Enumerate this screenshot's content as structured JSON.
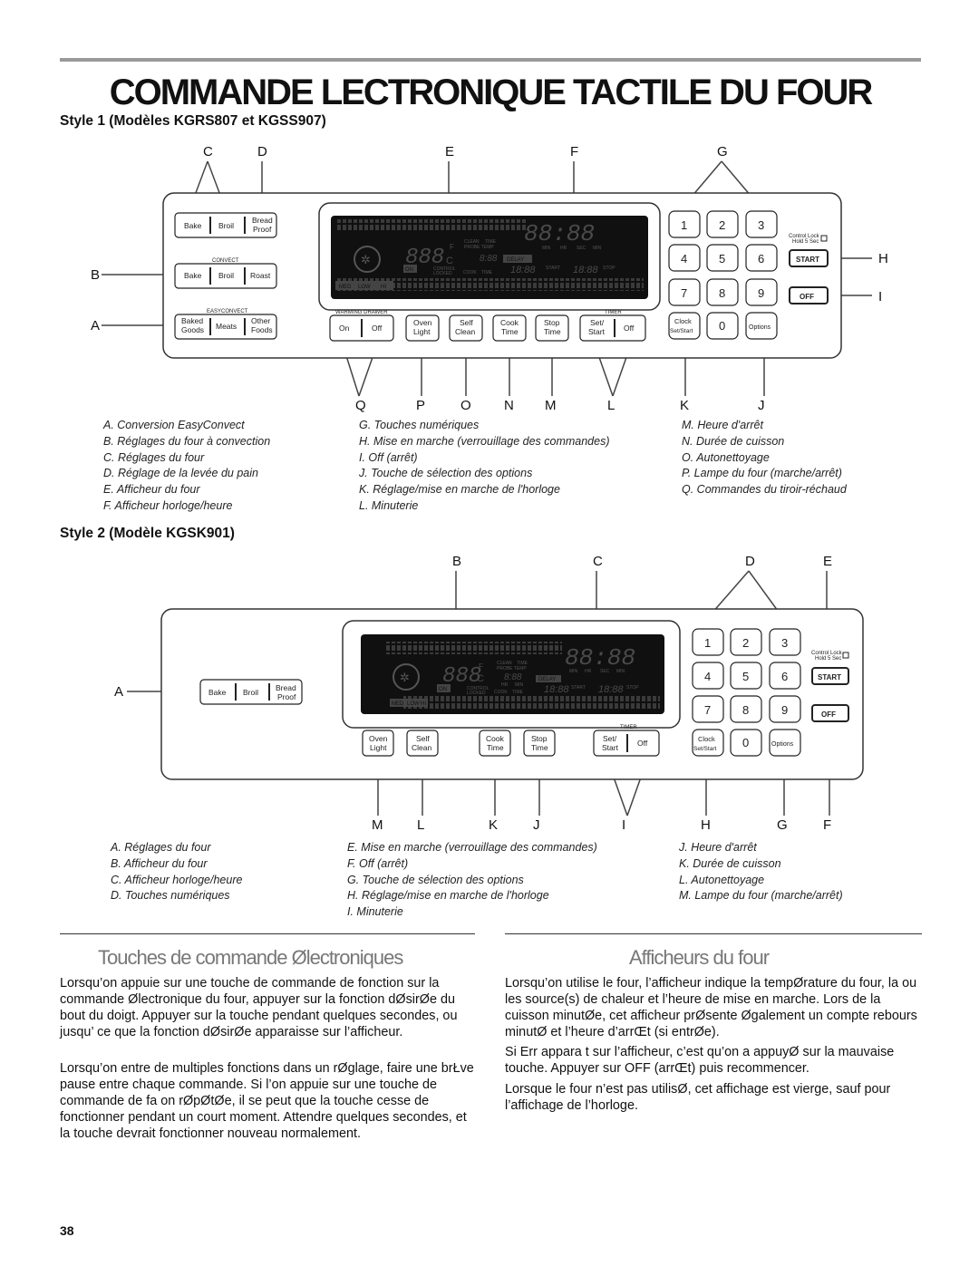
{
  "page": {
    "title": "COMMANDE  LECTRONIQUE TACTILE DU FOUR",
    "page_number": "38"
  },
  "style1": {
    "heading": "Style 1 (Modèles KGRS807 et KGSS907)",
    "callouts": {
      "A": "A",
      "B": "B",
      "C": "C",
      "D": "D",
      "E": "E",
      "F": "F",
      "G": "G",
      "H": "H",
      "I": "I",
      "J": "J",
      "K": "K",
      "L": "L",
      "M": "M",
      "N": "N",
      "O": "O",
      "P": "P",
      "Q": "Q"
    },
    "buttons": {
      "bake": "Bake",
      "broil": "Broil",
      "bread_1": "Bread",
      "bread_2": "Proof",
      "convect_label": "CONVECT",
      "cbake": "Bake",
      "cbroil": "Broil",
      "roast": "Roast",
      "easyconvect_label": "EASYCONVECT",
      "baked_1": "Baked",
      "baked_2": "Goods",
      "meats": "Meats",
      "other_1": "Other",
      "other_2": "Foods",
      "warming_label": "WARMING DRAWER",
      "on": "On",
      "off": "Off",
      "oven_1": "Oven",
      "oven_2": "Light",
      "self_1": "Self",
      "self_2": "Clean",
      "cook_1": "Cook",
      "cook_2": "Time",
      "stop_1": "Stop",
      "stop_2": "Time",
      "timer_label": "TIMER",
      "set_1": "Set/",
      "set_2": "Start",
      "timer_off": "Off",
      "k1": "1",
      "k2": "2",
      "k3": "3",
      "k4": "4",
      "k5": "5",
      "k6": "6",
      "k7": "7",
      "k8": "8",
      "k9": "9",
      "k0": "0",
      "clock_1": "Clock",
      "clock_2": "Set/Start",
      "options": "Options",
      "control_lock_1": "Control Lock",
      "control_lock_2": "Hold 5 Sec",
      "start": "START",
      "off_key": "OFF"
    },
    "display": {
      "temp": "888",
      "clock": "88:88",
      "small_time": "8:88",
      "start_time": "18:88",
      "stop_time": "18:88",
      "clean": "CLEAN",
      "time": "TIME",
      "probe_temp": "PROBE TEMP",
      "delay": "DELAY",
      "min": "MIN",
      "hr": "HR",
      "sec": "SEC",
      "on": "ON",
      "control": "CONTROL",
      "locked": "LOCKED",
      "cook": "COOK",
      "start": "START",
      "stop": "STOP",
      "deg_f": "F",
      "deg_c": "C",
      "med": "MED",
      "low": "LOW",
      "hi": "HI"
    },
    "legend": [
      [
        "A. Conversion EasyConvect",
        "G. Touches numériques",
        "M. Heure d'arrêt"
      ],
      [
        "B. Réglages du four à convection",
        "H. Mise en marche (verrouillage des commandes)",
        "N. Durée de cuisson"
      ],
      [
        "C. Réglages du four",
        "I. Off (arrêt)",
        "O. Autonettoyage"
      ],
      [
        "D. Réglage de la levée du pain",
        "J. Touche de sélection des options",
        "P. Lampe du four (marche/arrêt)"
      ],
      [
        "E. Afficheur du four",
        "K. Réglage/mise en marche de l'horloge",
        "Q. Commandes du tiroir-réchaud"
      ],
      [
        "F. Afficheur horloge/heure",
        "L. Minuterie",
        ""
      ]
    ]
  },
  "style2": {
    "heading": "Style 2  (Modèle KGSK901)",
    "callouts": {
      "A": "A",
      "B": "B",
      "C": "C",
      "D": "D",
      "E": "E",
      "F": "F",
      "G": "G",
      "H": "H",
      "I": "I",
      "J": "J",
      "K": "K",
      "L": "L",
      "M": "M"
    },
    "legend": [
      [
        "A. Réglages du four",
        "E. Mise en marche (verrouillage des commandes)",
        "J. Heure d'arrêt"
      ],
      [
        "B. Afficheur du four",
        "F. Off (arrêt)",
        "K. Durée de cuisson"
      ],
      [
        "C. Afficheur horloge/heure",
        "G. Touche de sélection des options",
        "L. Autonettoyage"
      ],
      [
        "D. Touches numériques",
        "H. Réglage/mise en marche de l'horloge",
        "M. Lampe du four (marche/arrêt)"
      ],
      [
        "",
        "I. Minuterie",
        ""
      ]
    ]
  },
  "sections": {
    "left_title": "Touches de commande Ølectroniques",
    "left_p1": "Lorsqu’on appuie sur une touche de commande de fonction sur la commande Ølectronique du four, appuyer sur la fonction dØsirØe du bout du doigt. Appuyer sur la touche pendant quelques secondes, ou jusqu’  ce que la fonction dØsirØe apparaisse sur l’afficheur.",
    "left_p2": "Lorsqu’on entre de multiples fonctions dans un rØglage, faire une brŁve pause entre chaque commande. Si l’on appuie sur une touche de commande de fa on rØpØtØe, il se peut que la touche cesse de fonctionner pendant un court moment. Attendre quelques secondes, et la touche devrait fonctionner   nouveau normalement.",
    "right_title": "Afficheurs du four",
    "right_p1": "Lorsqu’on utilise le four, l’afficheur indique la tempØrature du four, la ou les source(s) de chaleur et l’heure de mise en marche. Lors de la cuisson minutØe, cet afficheur prØsente Øgalement un compte   rebours minutØ et l’heure d’arrŒt (si entrØe).",
    "right_p2": "Si  Err  appara t sur l’afficheur, c’est qu’on a appuyØ sur la mauvaise touche. Appuyer sur OFF (arrŒt) puis recommencer.",
    "right_p3": "Lorsque le four n’est pas utilisØ, cet affichage est vierge, sauf pour l’affichage de l’horloge."
  }
}
